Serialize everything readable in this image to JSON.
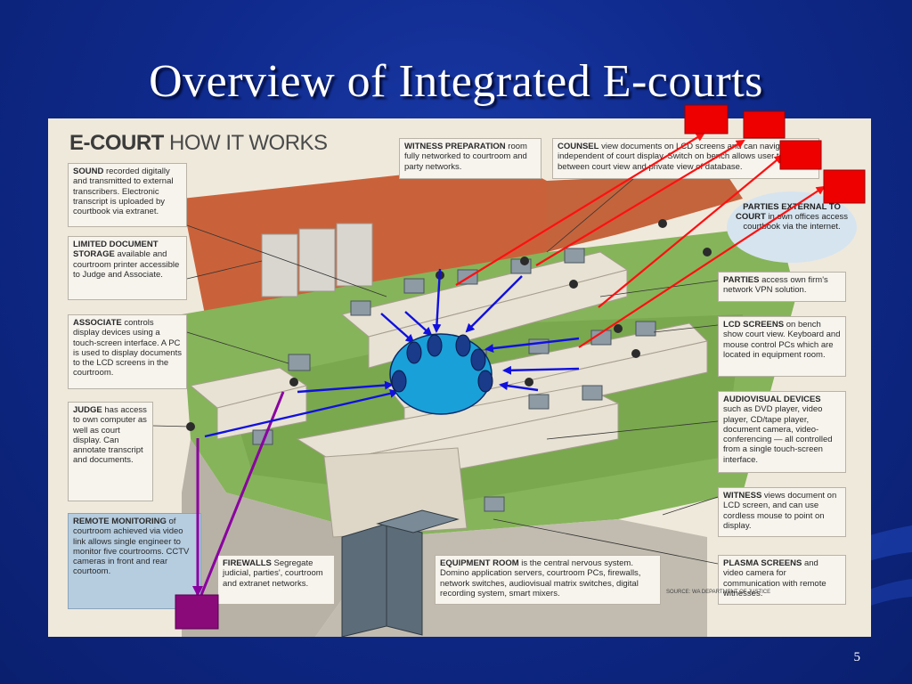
{
  "slide": {
    "title": "Overview of Integrated E-courts",
    "page_number": "5"
  },
  "figure": {
    "heading_bold": "E-COURT",
    "heading_rest": " HOW IT WORKS",
    "callouts": {
      "sound": {
        "head": "SOUND",
        "body": " recorded digitally and transmitted to external transcribers. Electronic transcript is uploaded by courtbook via extranet."
      },
      "storage": {
        "head": "LIMITED DOCUMENT STORAGE",
        "body": " available and courtroom printer accessible to Judge and Associate."
      },
      "associate": {
        "head": "ASSOCIATE",
        "body": " controls display devices using a touch-screen interface. A PC is used to display documents to the LCD screens in the courtroom."
      },
      "judge": {
        "head": "JUDGE",
        "body": " has access to own computer as well as court display. Can annotate transcript and documents."
      },
      "remote": {
        "head": "REMOTE MONITORING",
        "body": " of courtroom achieved via video link allows single engineer to monitor five courtrooms. CCTV cameras in front and rear courtoom."
      },
      "witness_prep": {
        "head": "WITNESS PREPARATION",
        "body": " room fully networked to courtroom and party networks."
      },
      "counsel": {
        "head": "COUNSEL",
        "body": " view documents on LCD screens and can navigate independent of court display. Switch on bench allows user to change between court view and private view of database."
      },
      "parties_external": {
        "head": "PARTIES EXTERNAL TO COURT",
        "body": " in own offices access courtbook via the internet."
      },
      "parties": {
        "head": "PARTIES",
        "body": " access own firm's network VPN solution."
      },
      "lcd": {
        "head": "LCD SCREENS",
        "body": " on bench show court view. Keyboard and mouse control PCs which are located in equipment room."
      },
      "av": {
        "head": "AUDIOVISUAL DEVICES",
        "body": " such as DVD player, video player, CD/tape player, document camera, video-conferencing — all controlled from a single touch-screen interface."
      },
      "witness": {
        "head": "WITNESS",
        "body": " views document on LCD screen, and can use cordless mouse to point on display."
      },
      "plasma": {
        "head": "PLASMA SCREENS",
        "body": " and video camera for communication with remote witnesses."
      },
      "firewalls": {
        "head": "FIREWALLS",
        "body": " Segregate judicial, parties', courtroom and extranet networks."
      },
      "equipment": {
        "head": "EQUIPMENT ROOM",
        "body": " is the central nervous system. Domino application servers, courtroom PCs, firewalls, network switches, audiovisual matrix switches, digital recording system, smart mixers."
      }
    },
    "source": "SOURCE: WA DEPARTMENT OF JUSTICE"
  },
  "colors": {
    "background": "#0f2a8c",
    "hub_fill": "#1aa0d8",
    "node_fill": "#1a3a8a",
    "blue_arrow": "#1010e0",
    "red_arrow": "#ff1010",
    "purple_arrow": "#8a00a0",
    "red_marker": "#ee0000",
    "purple_marker": "#8a0a7a"
  }
}
